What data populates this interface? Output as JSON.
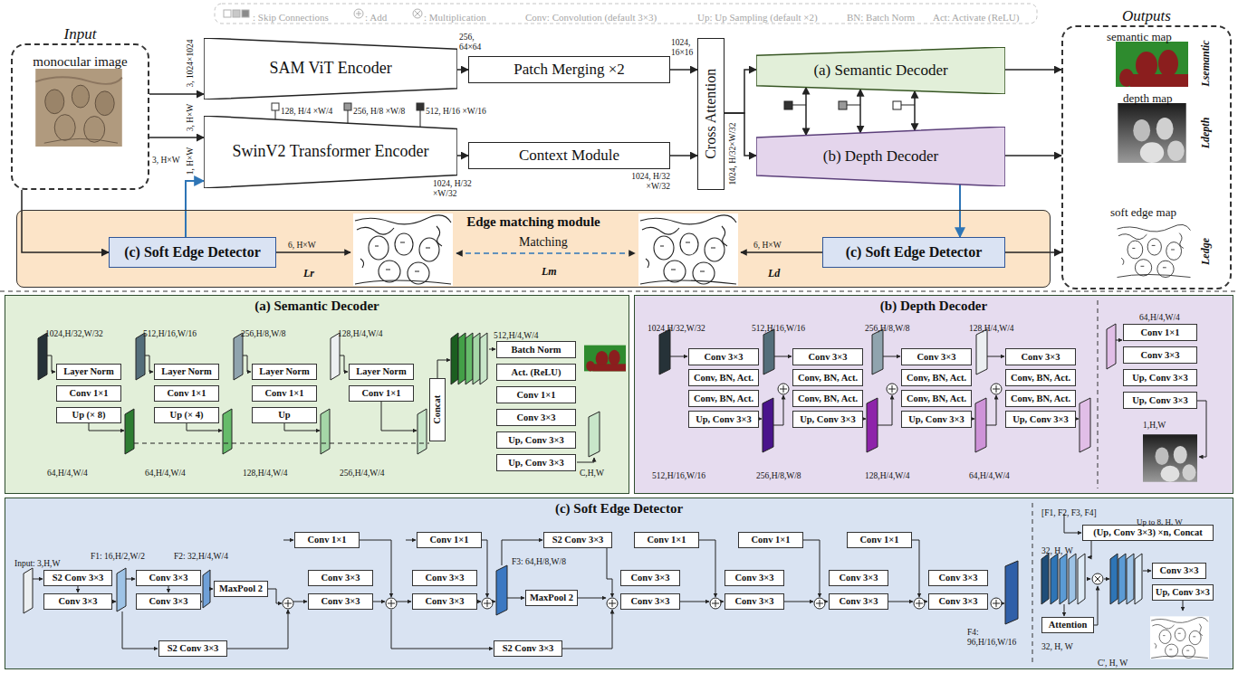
{
  "diagram": {
    "nodes": [
      {
        "text": [
          "Input",
          "monocular image"
        ]
      },
      {
        "text": [
          "SAM ViT Encoder"
        ]
      },
      {
        "text": [
          "Patch Merging ×2"
        ]
      },
      {
        "text": [
          "SwinV2 Transformer Encoder"
        ]
      },
      {
        "text": [
          "Context Module"
        ]
      },
      {
        "text": [
          "Cross Attention"
        ]
      },
      {
        "text": [
          "(a) Semantic Decoder"
        ]
      },
      {
        "text": [
          "(b) Depth Decoder"
        ]
      },
      {
        "text": [
          "Outputs"
        ]
      },
      {
        "text": [
          "Edge matching module"
        ]
      },
      {
        "text": [
          "(c) Soft Edge Detector"
        ],
        "in": 9
      },
      {
        "text": [
          "(c) Soft Edge Detector"
        ],
        "in": 9
      },
      {
        "text": [
          "(a) Semantic Decoder"
        ]
      },
      {
        "text": [
          "Layer Norm"
        ],
        "in": 12
      },
      {
        "text": [
          "Layer Norm"
        ],
        "in": 12
      },
      {
        "text": [
          "Layer Norm"
        ],
        "in": 12
      },
      {
        "text": [
          "Layer Norm"
        ],
        "in": 12
      },
      {
        "text": [
          "Conv 1×1"
        ],
        "in": 12
      },
      {
        "text": [
          "Conv 1×1"
        ],
        "in": 12
      },
      {
        "text": [
          "Conv 1×1"
        ],
        "in": 12
      },
      {
        "text": [
          "Conv 1×1"
        ],
        "in": 12
      },
      {
        "text": [
          "Up (× 8)"
        ],
        "in": 12
      },
      {
        "text": [
          "Up (× 4)"
        ],
        "in": 12
      },
      {
        "text": [
          "Up"
        ],
        "in": 12
      },
      {
        "text": [
          "Concat"
        ],
        "in": 12
      },
      {
        "text": [
          "Batch Norm"
        ],
        "in": 12
      },
      {
        "text": [
          "Act. (ReLU)"
        ],
        "in": 12
      },
      {
        "text": [
          "Conv 1×1"
        ],
        "in": 12
      },
      {
        "text": [
          "Conv 3×3"
        ],
        "in": 12
      },
      {
        "text": [
          "Up, Conv 3×3"
        ],
        "in": 12
      },
      {
        "text": [
          "Up, Conv 3×3"
        ],
        "in": 12
      },
      {
        "text": [
          "(b) Depth Decoder"
        ]
      },
      {
        "text": [
          "Conv 3×3"
        ],
        "in": 31
      },
      {
        "text": [
          "Conv, BN, Act."
        ],
        "in": 31
      },
      {
        "text": [
          "Conv, BN, Act."
        ],
        "in": 31
      },
      {
        "text": [
          "Up, Conv 3×3"
        ],
        "in": 31
      },
      {
        "text": [
          "Conv 3×3"
        ],
        "in": 31
      },
      {
        "text": [
          "Conv, BN, Act."
        ],
        "in": 31
      },
      {
        "text": [
          "Conv, BN, Act."
        ],
        "in": 31
      },
      {
        "text": [
          "Up, Conv 3×3"
        ],
        "in": 31
      },
      {
        "text": [
          "Conv 3×3"
        ],
        "in": 31
      },
      {
        "text": [
          "Conv, BN, Act."
        ],
        "in": 31
      },
      {
        "text": [
          "Conv, BN, Act."
        ],
        "in": 31
      },
      {
        "text": [
          "Up, Conv 3×3"
        ],
        "in": 31
      },
      {
        "text": [
          "Conv 3×3"
        ],
        "in": 31
      },
      {
        "text": [
          "Conv, BN, Act."
        ],
        "in": 31
      },
      {
        "text": [
          "Conv, BN, Act."
        ],
        "in": 31
      },
      {
        "text": [
          "Up, Conv 3×3"
        ],
        "in": 31
      },
      {
        "text": [
          "Conv 1×1"
        ],
        "in": 31
      },
      {
        "text": [
          "Conv 3×3"
        ],
        "in": 31
      },
      {
        "text": [
          "Up, Conv 3×3"
        ],
        "in": 31
      },
      {
        "text": [
          "Up, Conv 3×3"
        ],
        "in": 31
      },
      {
        "text": [
          "(c) Soft Edge Detector"
        ]
      },
      {
        "text": [
          "S2 Conv 3×3"
        ],
        "in": 52
      },
      {
        "text": [
          "Conv 3×3"
        ],
        "in": 52
      },
      {
        "text": [
          "Conv 3×3"
        ],
        "in": 52
      },
      {
        "text": [
          "Conv 3×3"
        ],
        "in": 52
      },
      {
        "text": [
          "MaxPool 2"
        ],
        "in": 52
      },
      {
        "text": [
          "S2 Conv 3×3"
        ],
        "in": 52
      },
      {
        "text": [
          "Conv 1×1"
        ],
        "in": 52
      },
      {
        "text": [
          "Conv 3×3"
        ],
        "in": 52
      },
      {
        "text": [
          "Conv 3×3"
        ],
        "in": 52
      },
      {
        "text": [
          "Conv 1×1"
        ],
        "in": 52
      },
      {
        "text": [
          "Conv 3×3"
        ],
        "in": 52
      },
      {
        "text": [
          "Conv 3×3"
        ],
        "in": 52
      },
      {
        "text": [
          "S2 Conv 3×3"
        ],
        "in": 52
      },
      {
        "text": [
          "MaxPool 2"
        ],
        "in": 52
      },
      {
        "text": [
          "S2 Conv 3×3"
        ],
        "in": 52
      },
      {
        "text": [
          "Conv 3×3"
        ],
        "in": 52
      },
      {
        "text": [
          "Conv 3×3"
        ],
        "in": 52
      },
      {
        "text": [
          "Conv 1×1"
        ],
        "in": 52
      },
      {
        "text": [
          "Conv 3×3"
        ],
        "in": 52
      },
      {
        "text": [
          "Conv 3×3"
        ],
        "in": 52
      },
      {
        "text": [
          "Conv 1×1"
        ],
        "in": 52
      },
      {
        "text": [
          "Conv 3×3"
        ],
        "in": 52
      },
      {
        "text": [
          "Conv 3×3"
        ],
        "in": 52
      },
      {
        "text": [
          "Conv 1×1"
        ],
        "in": 52
      },
      {
        "text": [
          "Conv 3×3"
        ],
        "in": 52
      },
      {
        "text": [
          "Conv 3×3"
        ],
        "in": 52
      },
      {
        "text": [
          "(Up, Conv 3×3) ×n, Concat"
        ],
        "in": 52
      },
      {
        "text": [
          "Attention"
        ],
        "in": 52
      },
      {
        "text": [
          "Conv 3×3"
        ],
        "in": 52
      },
      {
        "text": [
          "Up, Conv 3×3"
        ],
        "in": 52
      }
    ],
    "edges": [
      {
        "from": 0,
        "to": 1,
        "arrow": "to"
      },
      {
        "from": 0,
        "to": 3,
        "arrow": "to"
      },
      {
        "from": 1,
        "to": 2,
        "arrow": "to"
      },
      {
        "from": 2,
        "to": 5,
        "arrow": "to"
      },
      {
        "from": 3,
        "to": 4,
        "arrow": "to"
      },
      {
        "from": 4,
        "to": 5,
        "arrow": "to"
      },
      {
        "from": 5,
        "to": 6,
        "arrow": "to"
      },
      {
        "from": 5,
        "to": 7,
        "arrow": "to"
      },
      {
        "from": 6,
        "to": 7,
        "arrow": "both"
      },
      {
        "from": 6,
        "to": 7,
        "arrow": "both"
      },
      {
        "from": 6,
        "to": 7,
        "arrow": "both"
      },
      {
        "from": 0,
        "to": 10,
        "arrow": "to"
      },
      {
        "from": 10,
        "to": 3,
        "arrow": "to"
      },
      {
        "from": 7,
        "to": 11,
        "arrow": "to"
      },
      {
        "from": 11,
        "to": 8,
        "arrow": "to"
      },
      {
        "from": 6,
        "to": 8,
        "arrow": "to"
      },
      {
        "from": 7,
        "to": 8,
        "arrow": "to"
      }
    ],
    "labels": [
      "Conv: Convolution (default 3×3)",
      "Up: Up Sampling (default ×2)",
      "BN: Batch Norm",
      "Act: Activate (ReLU)",
      "3, 1024×1024",
      "3, H×W",
      "1, H×W",
      "3, H×W",
      "256, 64×64",
      "1024, 16×16",
      "128, H/4 ×W/4",
      "256, H/8 ×W/8",
      "512, H/16 ×W/16",
      "1024, H/32 ×W/32",
      "1024, H/32 ×W/32",
      "1024, H/32×W/32",
      "semantic map",
      "Lsemantic",
      "depth map",
      "Ldepth",
      "soft edge map",
      "Ledge",
      "6, H×W",
      "Lr",
      "Matching",
      "Lm",
      "6, H×W",
      "Ld",
      "1024,H/32,W/32",
      "512,H/16,W/16",
      "256,H/8,W/8",
      "128,H/4,W/4",
      "64,H/4,W/4",
      "64,H/4,W/4",
      "128,H/4,W/4",
      "256,H/4,W/4",
      "512,H/4,W/4",
      "C,H,W",
      "1024,H/32,W/32",
      "512,H/16,W/16",
      "256,H/8,W/8",
      "128,H/4,W/4",
      "512,H/16,W/16",
      "256,H/8,W/8",
      "128,H/4,W/4",
      "64,H/4,W/4",
      "64,H/4,W/4",
      "1,H,W",
      "Input: 3,H,W",
      "F1: 16,H/2,W/2",
      "F2: 32,H/4,W/4",
      "F3: 64,H/8,W/8",
      "F4: 96,H/16,W/16",
      "[F1, F2, F3, F4]",
      "Up to 8, H, W",
      "32, H, W",
      "32, H, W",
      "C', H, W"
    ],
    "legend": [
      {
        "text": ": Skip Connections"
      },
      {
        "text": ": Add"
      },
      {
        "text": ": Multiplication"
      }
    ]
  }
}
